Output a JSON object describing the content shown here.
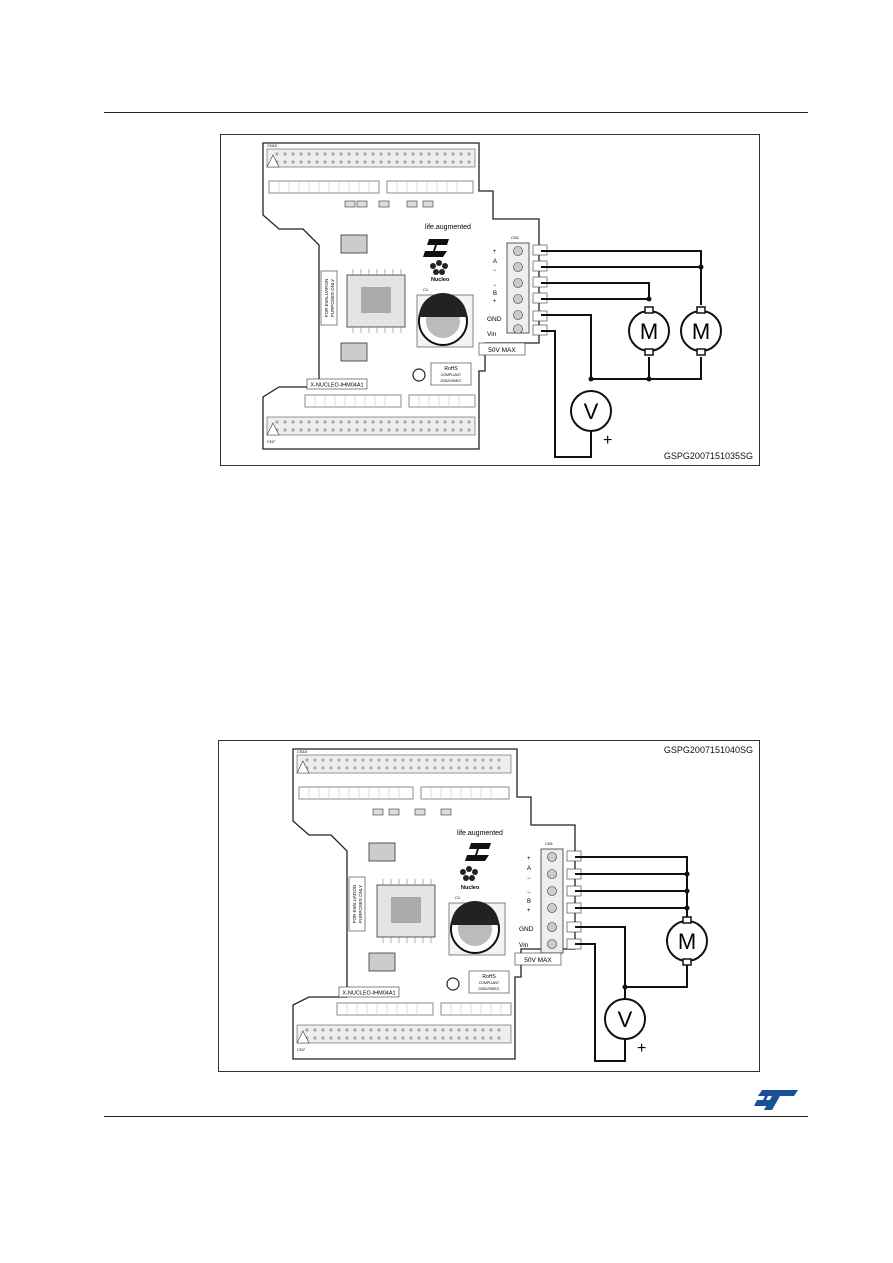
{
  "figure1": {
    "id": "GSPG2007151035SG",
    "board": {
      "top_connector": "CN10",
      "bottom_connector": "CN7",
      "terminal_block": "CN1",
      "brand": "life.augmented",
      "platform": "Nucleo",
      "eval_note_1": "FOR EVALUATION",
      "eval_note_2": "PURPOSES ONLY",
      "board_name": "X-NUCLEO-IHM04A1",
      "rohs_1": "RoHS",
      "rohs_2": "COMPLIANT",
      "rohs_3": "2002/95/EC",
      "max_voltage": "50V MAX",
      "gnd_label": "GND",
      "vin_label": "Vin",
      "channel_a": "A",
      "channel_b": "B",
      "plus": "+",
      "minus": "−",
      "cap_label": "C1"
    },
    "motor_label": "M",
    "supply_label": "V",
    "supply_polarity": "+"
  },
  "figure2": {
    "id": "GSPG2007151040SG",
    "board": {
      "top_connector": "CN10",
      "bottom_connector": "CN7",
      "terminal_block": "CN1",
      "brand": "life.augmented",
      "platform": "Nucleo",
      "eval_note_1": "FOR EVALUATION",
      "eval_note_2": "PURPOSES ONLY",
      "board_name": "X-NUCLEO-IHM04A1",
      "rohs_1": "RoHS",
      "rohs_2": "COMPLIANT",
      "rohs_3": "2002/95/EC",
      "max_voltage": "50V MAX",
      "gnd_label": "GND",
      "vin_label": "Vin",
      "channel_a": "A",
      "channel_b": "B",
      "plus": "+",
      "minus": "−",
      "cap_label": "C1"
    },
    "motor_label": "M",
    "supply_label": "V",
    "supply_polarity": "+"
  },
  "footer": {
    "logo": "st-logo",
    "logo_text": "ST"
  }
}
